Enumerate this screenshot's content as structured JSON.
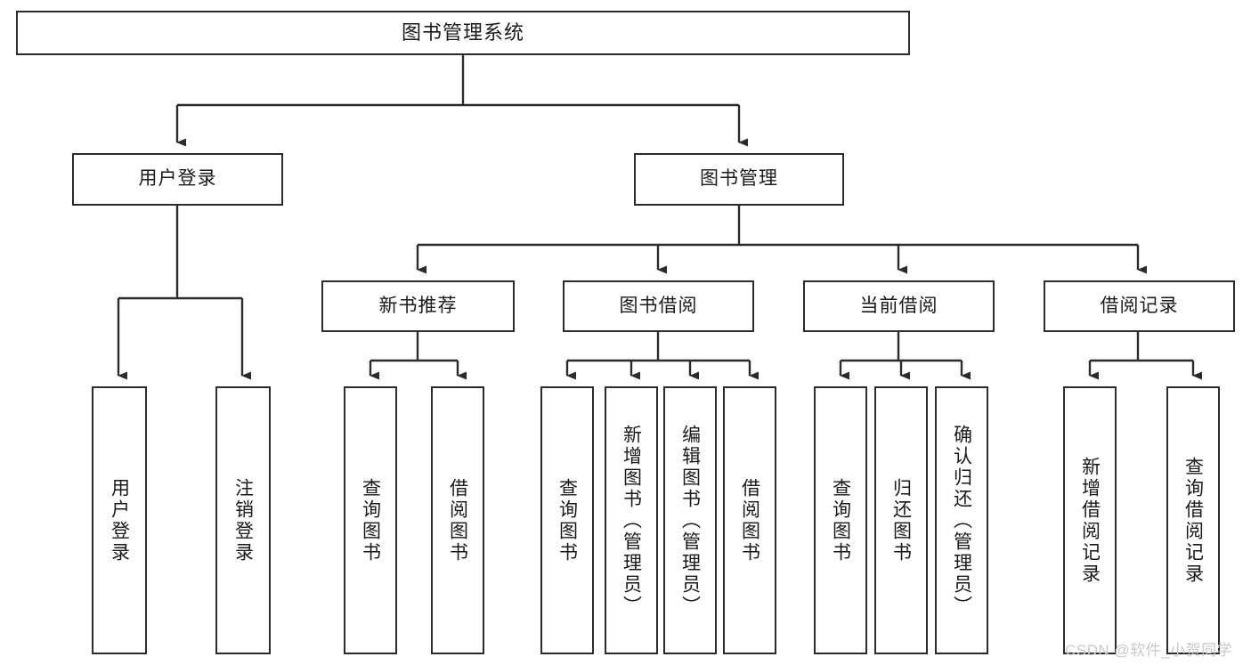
{
  "diagram": {
    "title": "图书管理系统",
    "type": "hierarchy-tree",
    "colors": {
      "box_border": "#2b2b2b",
      "box_fill": "#ffffff",
      "connector": "#2b2b2b",
      "watermark": "#c9c9c9",
      "background": "#ffffff"
    },
    "levels": {
      "root": {
        "label": "图书管理系统"
      },
      "level2": [
        {
          "label": "用户登录"
        },
        {
          "label": "图书管理"
        }
      ],
      "level3": [
        {
          "label": "新书推荐"
        },
        {
          "label": "图书借阅"
        },
        {
          "label": "当前借阅"
        },
        {
          "label": "借阅记录"
        }
      ],
      "leaves": [
        {
          "label": "用户登录",
          "parent": "用户登录"
        },
        {
          "label": "注销登录",
          "parent": "用户登录"
        },
        {
          "label": "查询图书",
          "parent": "新书推荐"
        },
        {
          "label": "借阅图书",
          "parent": "新书推荐"
        },
        {
          "label": "查询图书",
          "parent": "图书借阅"
        },
        {
          "label": "新增图书（管理员）",
          "parent": "图书借阅"
        },
        {
          "label": "编辑图书（管理员）",
          "parent": "图书借阅"
        },
        {
          "label": "借阅图书",
          "parent": "图书借阅"
        },
        {
          "label": "查询图书",
          "parent": "当前借阅"
        },
        {
          "label": "归还图书",
          "parent": "当前借阅"
        },
        {
          "label": "确认归还（管理员）",
          "parent": "当前借阅"
        },
        {
          "label": "新增借阅记录",
          "parent": "借阅记录"
        },
        {
          "label": "查询借阅记录",
          "parent": "借阅记录"
        }
      ]
    }
  },
  "watermark": {
    "text": "CSDN @软件_小贺同学"
  }
}
